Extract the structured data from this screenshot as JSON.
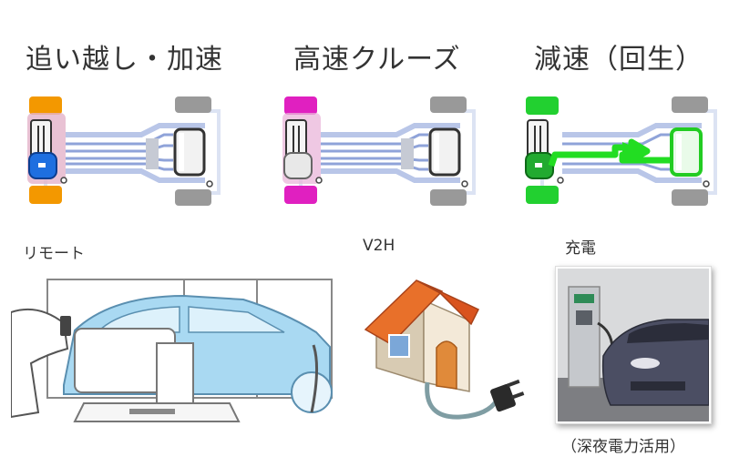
{
  "modes": [
    {
      "label": "追い越し・加速",
      "wheel_color": "#F39800",
      "motor_color": "#1E6FE0",
      "flow": "battery-to-motor"
    },
    {
      "label": "高速クルーズ",
      "wheel_color": "#E020C0",
      "motor_color": "#E8E8E8",
      "flow": "engine-direct"
    },
    {
      "label": "減速（回生）",
      "wheel_color": "#22D030",
      "motor_color": "#22AA30",
      "flow": "motor-to-battery"
    }
  ],
  "features": [
    {
      "label": "リモート"
    },
    {
      "label": "V2H"
    },
    {
      "label": "充電",
      "caption": "（深夜電力活用）"
    }
  ],
  "colors": {
    "rear_wheel": "#999999",
    "chassis_line": "#B9C6E8",
    "regen_arrow": "#22DD22",
    "house_roof": "#D9531E",
    "house_wall": "#F3E9D8",
    "car_body": "#A9D9F2"
  }
}
